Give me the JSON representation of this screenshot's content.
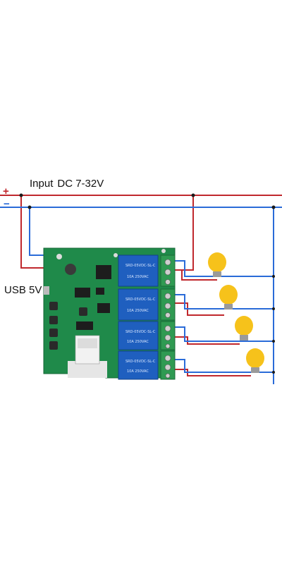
{
  "labels": {
    "input": "Input",
    "voltage": "DC 7-32V",
    "usb": "USB 5V",
    "plus": "+",
    "minus": "−"
  },
  "colors": {
    "positive_wire": "#c0282d",
    "negative_wire": "#2a6bd8",
    "pcb": "#1f8a4a",
    "relay": "#1f5fbf",
    "terminal": "#2f9a52",
    "bulb": "#f6c21b"
  },
  "board": {
    "relay_count": 4,
    "bulb_count": 4,
    "button_count": 4
  }
}
